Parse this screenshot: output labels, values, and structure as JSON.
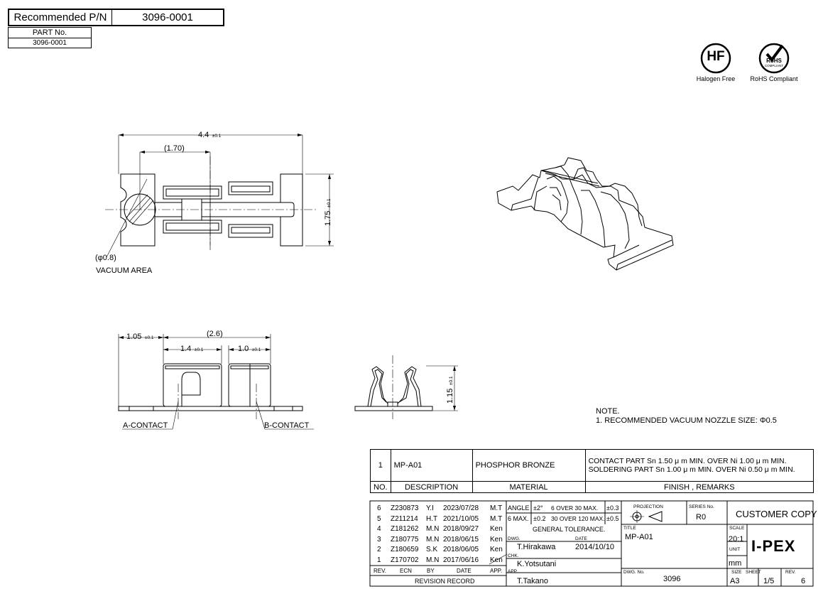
{
  "header": {
    "recommended_label": "Recommended P/N",
    "recommended_value": "3096-0001",
    "part_no_label": "PART No.",
    "part_no_value": "3096-0001"
  },
  "badges": {
    "hf_symbol": "HF",
    "hf_label": "Halogen Free",
    "rohs_symbol": "RoHS",
    "rohs_sub": "COMPLIANT",
    "rohs_label": "RoHS Compliant"
  },
  "top_view": {
    "dim_total": "4.4",
    "dim_total_tol": "±0.1",
    "dim_pitch": "(1.70)",
    "dim_height": "1.75",
    "dim_height_tol": "±0.1",
    "vacuum_dia": "(φ0.8)",
    "vacuum_label": "VACUUM AREA"
  },
  "side_view": {
    "dim_left": "1.05",
    "dim_left_tol": "±0.1",
    "dim_overall": "(2.6)",
    "dim_a": "1.4",
    "dim_a_tol": "±0.1",
    "dim_b": "1.0",
    "dim_b_tol": "±0.1",
    "label_a": "A-CONTACT",
    "label_b": "B-CONTACT"
  },
  "end_view": {
    "dim_height": "1.15",
    "dim_height_tol": "±0.1"
  },
  "notes": {
    "title": "NOTE.",
    "line1": "1. RECOMMENDED VACUUM NOZZLE SIZE: Φ0.5"
  },
  "bom": {
    "no": "1",
    "description": "MP-A01",
    "material": "PHOSPHOR BRONZE",
    "finish_line1": "CONTACT PART Sn 1.50 μ m MIN. OVER Ni 1.00 μ m MIN.",
    "finish_line2": "SOLDERING PART Sn 1.00 μ m MIN. OVER Ni 0.50 μ m MIN.",
    "headers": [
      "NO.",
      "DESCRIPTION",
      "MATERIAL",
      "FINISH , REMARKS"
    ]
  },
  "revisions": {
    "rows": [
      {
        "rev": "6",
        "ecn": "Z230873",
        "by": "Y.I",
        "date": "2023/07/28",
        "app": "M.T"
      },
      {
        "rev": "5",
        "ecn": "Z211214",
        "by": "H.T",
        "date": "2021/10/05",
        "app": "M.T"
      },
      {
        "rev": "4",
        "ecn": "Z181262",
        "by": "M.N",
        "date": "2018/09/27",
        "app": "Ken"
      },
      {
        "rev": "3",
        "ecn": "Z180775",
        "by": "M.N",
        "date": "2018/06/15",
        "app": "Ken"
      },
      {
        "rev": "2",
        "ecn": "Z180659",
        "by": "S.K",
        "date": "2018/06/05",
        "app": "Ken"
      },
      {
        "rev": "1",
        "ecn": "Z170702",
        "by": "M.N",
        "date": "2017/06/16",
        "app": "Ken"
      }
    ],
    "headers": [
      "REV.",
      "ECN",
      "BY",
      "DATE",
      "APP."
    ],
    "footer": "REVISION RECORD"
  },
  "title_block": {
    "angle_label": "ANGLE",
    "angle_value": "±2°",
    "six_over": "6 OVER 30 MAX.",
    "tol1": "±0.3",
    "six_max": "6 MAX.",
    "tol2": "±0.2",
    "thirty_over": "30 OVER 120 MAX.",
    "tol3": "±0.5",
    "general_tol": "GENERAL TOLERANCE.",
    "projection_label": "PROJECTION",
    "series_label": "SERIES No.",
    "series_value": "R0",
    "customer_copy": "CUSTOMER COPY",
    "dwg_label": "DWG.",
    "dwg_value": "T.Hirakawa",
    "date_label": "DATE",
    "date_value": "2014/10/10",
    "title_label": "TITLE",
    "title_value": "MP-A01",
    "scale_label": "SCALE",
    "scale_value": "20:1",
    "unit_label": "UNIT",
    "unit_value": "mm",
    "chk_label": "CHK.",
    "chk_value": "K.Yotsutani",
    "app_label": "APP.",
    "app_value": "T.Takano",
    "dwgno_label": "DWG. No.",
    "dwgno_value": "3096",
    "size_label": "SIZE",
    "size_value": "A3",
    "sheet_label": "SHEET",
    "sheet_value": "1/5",
    "rev_label": "REV.",
    "rev_value": "6",
    "logo": "I-PEX"
  }
}
